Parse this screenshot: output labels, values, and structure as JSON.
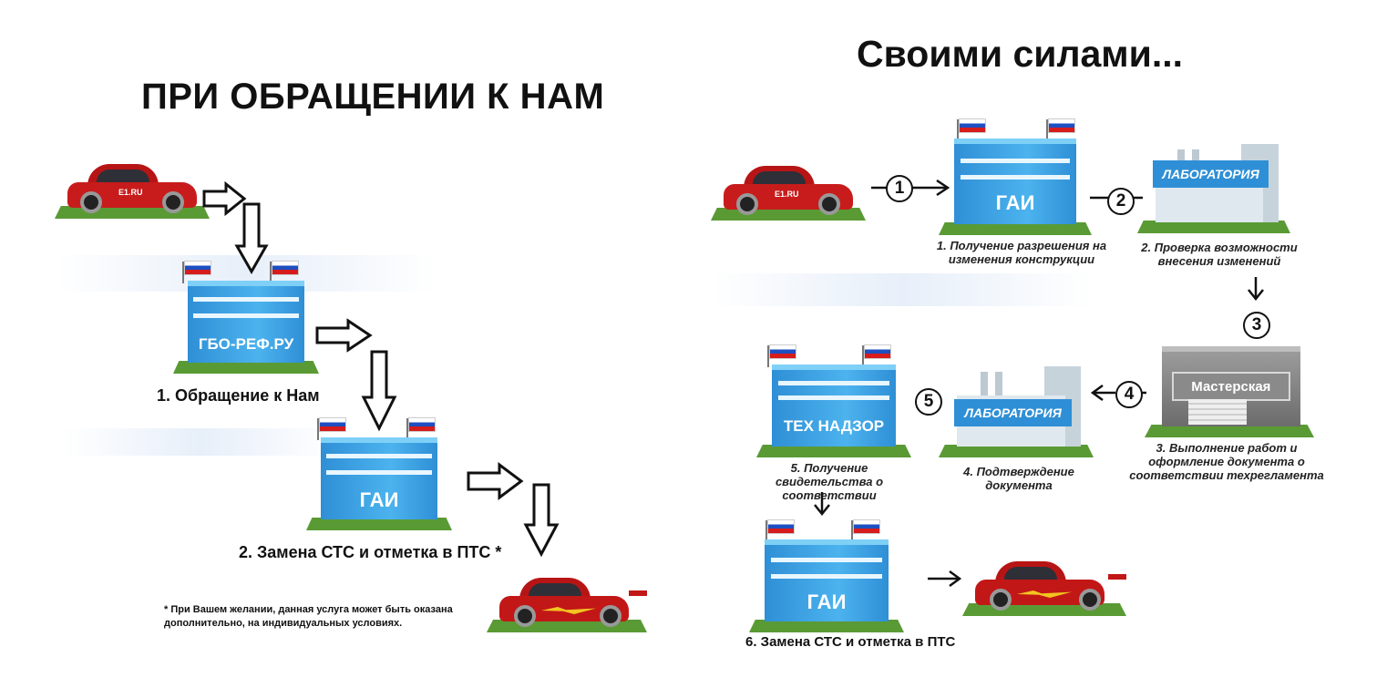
{
  "left": {
    "title": "ПРИ ОБРАЩЕНИИ К НАМ",
    "car_plate": "E1.RU",
    "office_label": "ГБО-РЕФ.РУ",
    "step1_caption": "1. Обращение к Нам",
    "gai_label": "ГАИ",
    "step2_caption": "2. Замена СТС и отметка в ПТС *",
    "footnote": "* При Вашем желании, данная услуга может быть оказана дополнительно, на индивидуальных условиях."
  },
  "right": {
    "title": "Своими силами...",
    "car_plate": "E1.RU",
    "gai_label": "ГАИ",
    "lab_label": "ЛАБОРАТОРИЯ",
    "workshop_label": "Мастерская",
    "tech_label": "ТЕХ НАДЗОР",
    "numbers": [
      "1",
      "2",
      "3",
      "4",
      "5"
    ],
    "captions": {
      "step1": "1. Получение разрешения на изменения конструкции",
      "step2": "2. Проверка возможности внесения изменений",
      "step3": "3. Выполнение работ и оформление документа о соответствии техрегламента",
      "step4": "4. Подтверждение документа",
      "step5": "5. Получение свидетельства о соответствии",
      "step6": "6. Замена СТС и отметка в ПТС"
    }
  },
  "colors": {
    "building_blue": "#3aa3e3",
    "grass_green": "#5a9a35",
    "car_red": "#c81c1c",
    "workshop_gray": "#8a8a8a"
  }
}
